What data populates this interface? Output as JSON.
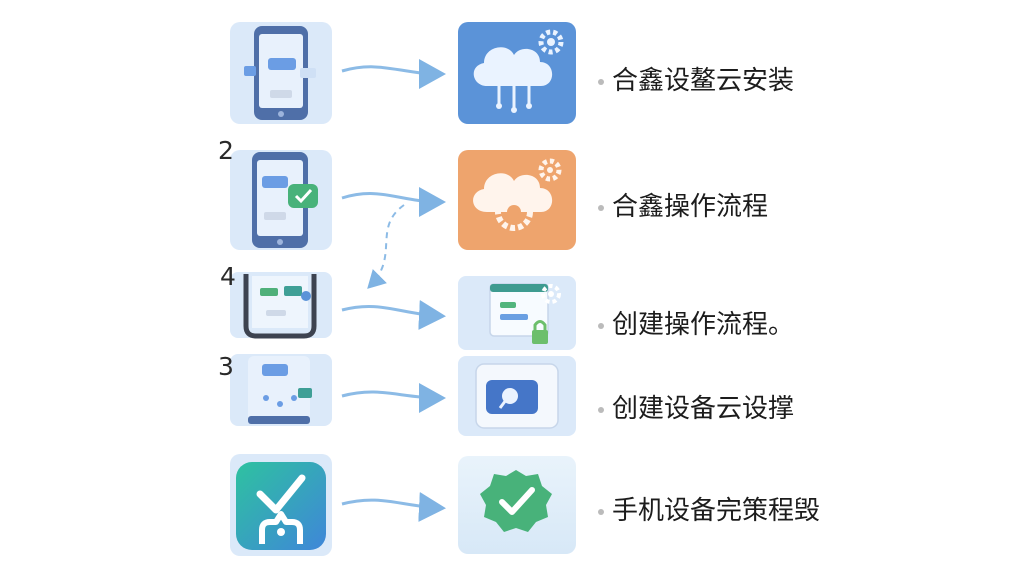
{
  "steps": [
    {
      "number": "",
      "label": "合鑫设鳌云安装"
    },
    {
      "number": "2",
      "label": "合鑫操作流程"
    },
    {
      "number": "4",
      "label": "创建操作流程。"
    },
    {
      "number": "3",
      "label": "创建设备云设撑"
    },
    {
      "number": "",
      "label": "手机设备完策程毁"
    }
  ],
  "colors": {
    "tile_bg": "#dbe9f9",
    "phone_blue": "#4f6fa8",
    "arrow": "#8cbbe6",
    "cloud_tile": "#5b93d8",
    "orange_tile": "#eea46d",
    "green": "#48b27a",
    "green_app": "#3aa6a0"
  }
}
